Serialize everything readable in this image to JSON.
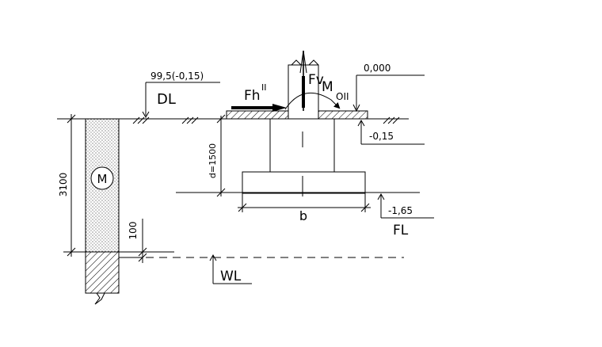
{
  "labels": {
    "dl_level": "99,5(-0,15)",
    "dl": "DL",
    "zero_level": "0,000",
    "ground_level": "-0,15",
    "foundation_depth": "d=1500",
    "total_depth": "3100",
    "fl_level": "-1,65",
    "fl": "FL",
    "width_b": "b",
    "wl_offset": "100",
    "wl": "WL",
    "soil": "M",
    "force_h": "Fh",
    "force_h_sup": "II",
    "force_v": "Fv",
    "moment": "M",
    "moment_sub": "OII",
    "axis": "I"
  },
  "colors": {
    "ink": "#000000",
    "background": "#ffffff"
  }
}
